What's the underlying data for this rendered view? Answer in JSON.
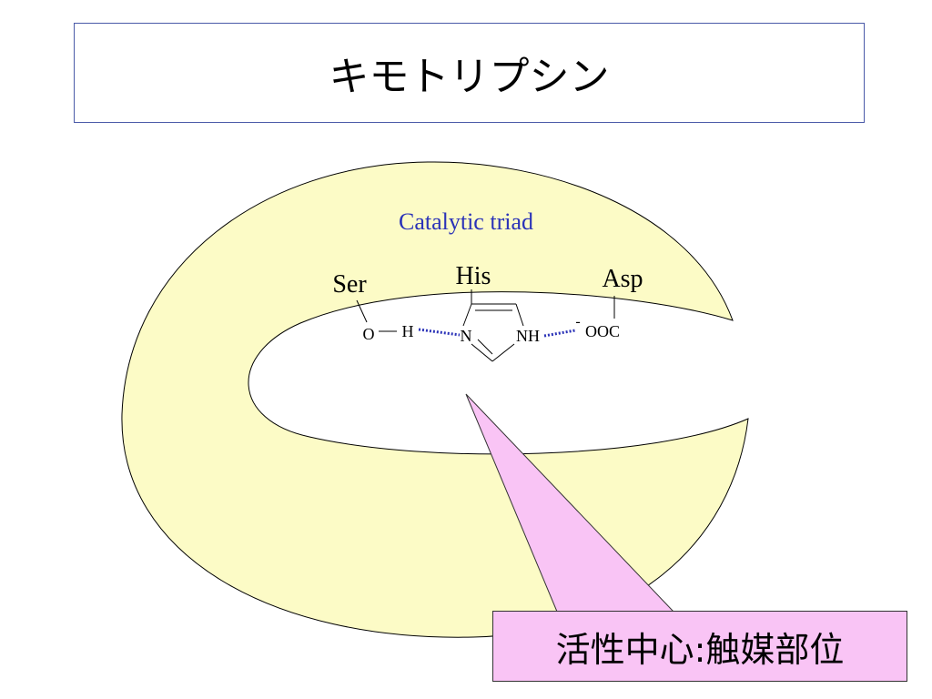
{
  "title": "キモトリプシン",
  "diagram": {
    "triad_label": "Catalytic triad",
    "residues": {
      "ser": "Ser",
      "his": "His",
      "asp": "Asp"
    },
    "atoms": {
      "ser_o": "O",
      "ser_h": "H",
      "his_n": "N",
      "his_nh": "NH",
      "asp_charge": "-",
      "asp_ooc": "OOC"
    },
    "colors": {
      "enzyme_fill": "#fcfbc6",
      "triad_label": "#2b33b8",
      "hbond": "#2b33b8",
      "callout_fill": "#f9c4f5"
    }
  },
  "callout": {
    "text": "活性中心:触媒部位"
  }
}
